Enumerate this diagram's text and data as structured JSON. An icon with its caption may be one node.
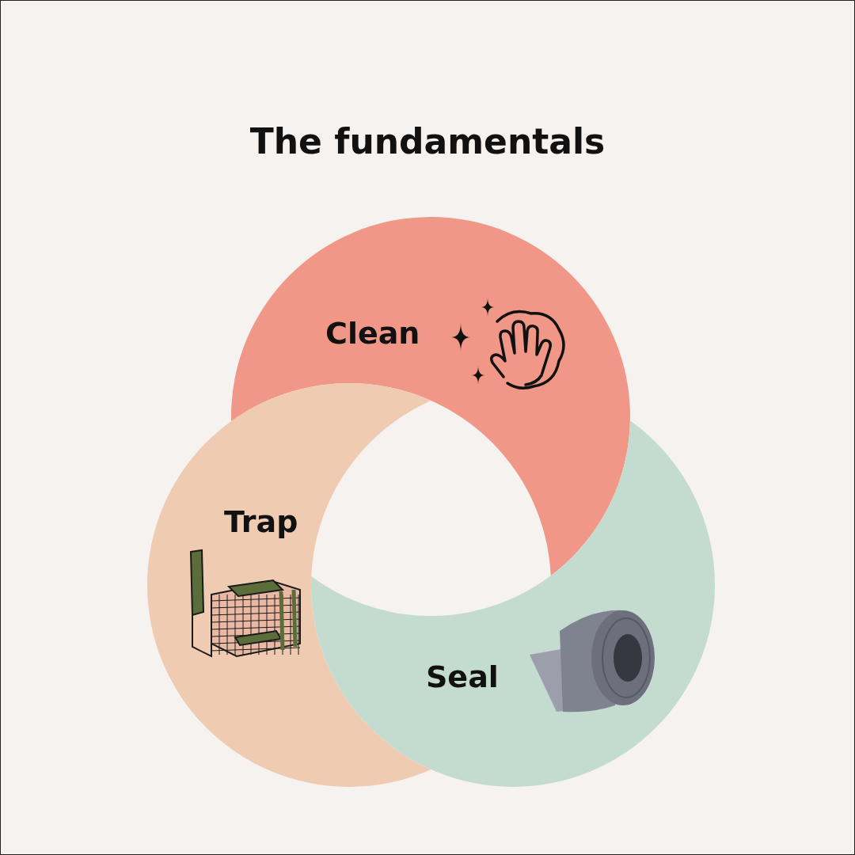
{
  "diagram": {
    "title": "The fundamentals",
    "nodes": [
      {
        "text": [
          "Clean"
        ]
      },
      {
        "text": [
          "Trap"
        ]
      },
      {
        "text": [
          "Seal"
        ]
      }
    ],
    "edges": []
  }
}
